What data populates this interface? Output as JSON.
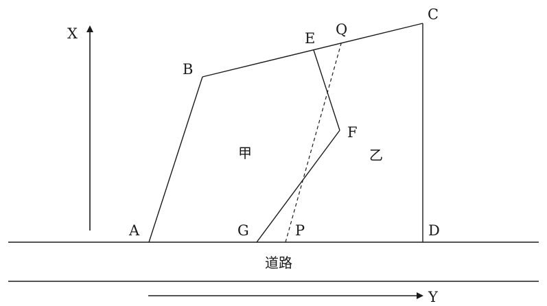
{
  "diagram": {
    "points": {
      "A": "A",
      "B": "B",
      "C": "C",
      "D": "D",
      "E": "E",
      "F": "F",
      "G": "G",
      "P": "P",
      "Q": "Q"
    },
    "regions": {
      "jia": "甲",
      "yi": "乙"
    },
    "road_label": "道路",
    "axes": {
      "x_label": "X",
      "y_label": "Y"
    },
    "colors": {
      "ink": "#1a1a1a",
      "background": "#ffffff"
    }
  }
}
